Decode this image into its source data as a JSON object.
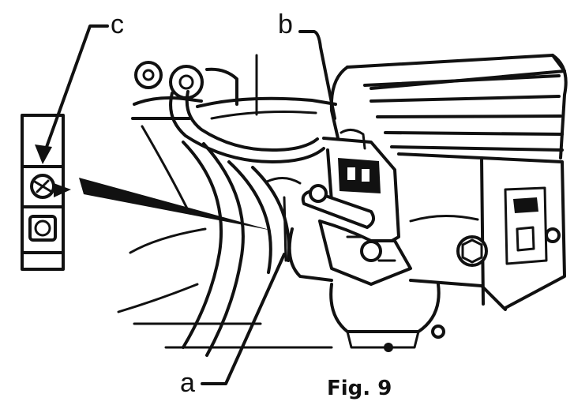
{
  "labels": {
    "a": "a",
    "b": "b",
    "c": "c"
  },
  "caption": "Fig. 9",
  "colors": {
    "ink": "#111111",
    "paper": "#ffffff"
  }
}
